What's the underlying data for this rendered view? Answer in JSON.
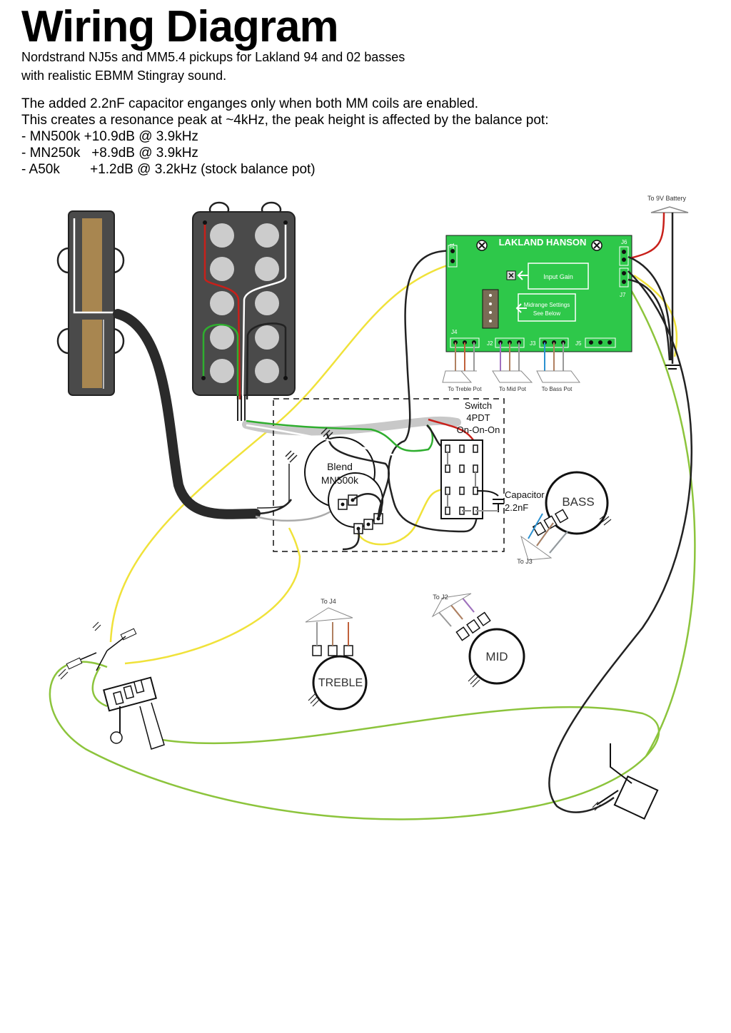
{
  "title": "Wiring Diagram",
  "subtitle": [
    "Nordstrand NJ5s and MM5.4 pickups for Lakland 94 and 02 basses",
    "with realistic EBMM Stingray sound."
  ],
  "notes": [
    "The added 2.2nF capacitor enganges only when both MM coils are enabled.",
    "This creates a resonance peak at ~4kHz, the peak height is affected by the balance pot:",
    "- MN500k +10.9dB @ 3.9kHz",
    "- MN250k   +8.9dB @ 3.9kHz",
    "- A50k        +1.2dB @ 3.2kHz (stock balance pot)"
  ],
  "preamp": {
    "brand": "LAKLAND HANSON",
    "input_gain": "Input Gain",
    "midrange_line1": "Midrange Settings",
    "midrange_line2": "See Below",
    "j1": "J1",
    "j2": "J2",
    "j3": "J3",
    "j4": "J4",
    "j5": "J5",
    "j6": "J6",
    "j7": "J7"
  },
  "labels": {
    "battery": "To 9V Battery",
    "to_treble_pot": "To Treble Pot",
    "to_mid_pot": "To Mid Pot",
    "to_bass_pot": "To Bass Pot",
    "switch_line1": "Switch",
    "switch_line2": "4PDT",
    "switch_line3": "On-On-On",
    "blend_line1": "Blend",
    "blend_line2": "MN500k",
    "capacitor_line1": "Capacitor",
    "capacitor_line2": "2.2nF",
    "bass": "BASS",
    "to_j3": "To J3",
    "to_j4": "To J4",
    "treble": "TREBLE",
    "to_j2": "To J2",
    "mid": "MID"
  },
  "colors": {
    "preamp_board": "#2ec84a",
    "wire_yellow": "#f0e23a",
    "wire_green": "#8cc43c",
    "wire_red": "#c8201a",
    "pickup_body": "#4a4a4a",
    "bobbin": "#a88650"
  }
}
